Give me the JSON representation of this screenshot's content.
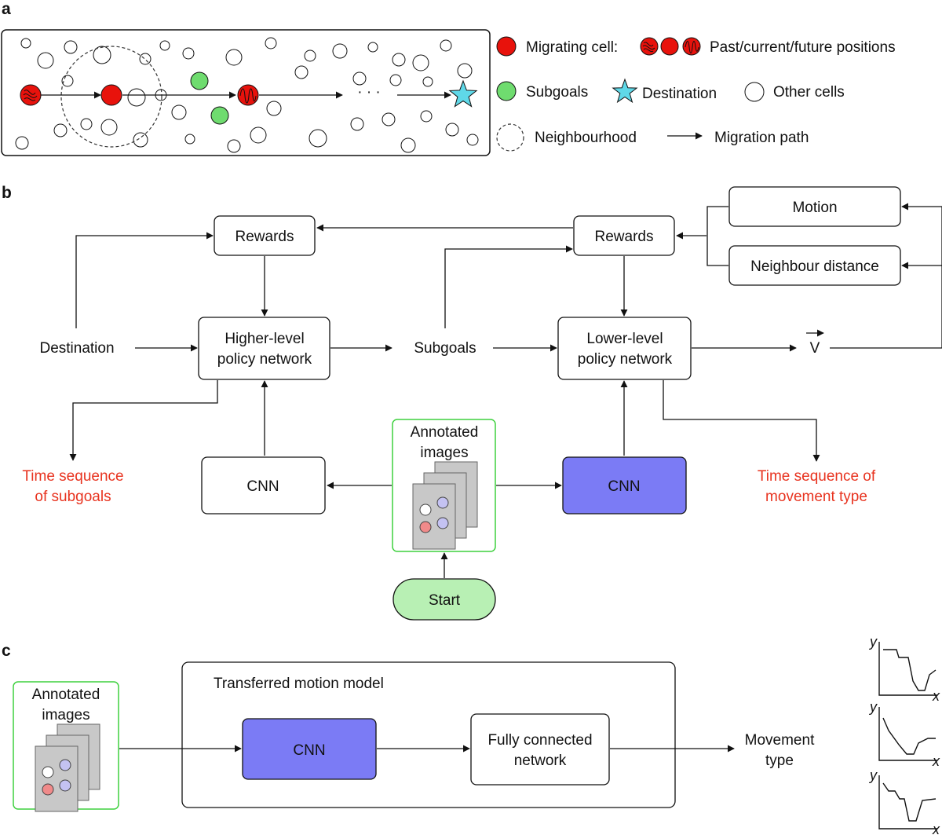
{
  "panels": {
    "a": "a",
    "b": "b",
    "c": "c"
  },
  "legend": {
    "migrating_cell": "Migrating cell:",
    "positions": "Past/current/future positions",
    "subgoals": "Subgoals",
    "destination": "Destination",
    "other_cells": "Other cells",
    "neighbourhood": "Neighbourhood",
    "migration_path": "Migration path"
  },
  "panel_a": {
    "ellipsis": "· · ·"
  },
  "panel_b": {
    "rewards_left": "Rewards",
    "rewards_right": "Rewards",
    "motion": "Motion",
    "neighbour_distance": "Neighbour distance",
    "destination": "Destination",
    "higher_policy": [
      "Higher-level",
      "policy network"
    ],
    "subgoals": "Subgoals",
    "lower_policy": [
      "Lower-level",
      "policy network"
    ],
    "velocity": "V",
    "time_seq_subgoals": [
      "Time sequence",
      "of subgoals"
    ],
    "cnn_left": "CNN",
    "annotated_images": [
      "Annotated",
      "images"
    ],
    "cnn_right": "CNN",
    "time_seq_movement": [
      "Time sequence of",
      "movement type"
    ],
    "start": "Start"
  },
  "panel_c": {
    "annotated_images": [
      "Annotated",
      "images"
    ],
    "transferred_model": "Transferred motion model",
    "cnn": "CNN",
    "fully_connected": [
      "Fully connected",
      "network"
    ],
    "movement_type": [
      "Movement",
      "type"
    ],
    "y_axis": "y",
    "x_axis": "x"
  },
  "colors": {
    "migrating_red": "#e8120c",
    "subgoal_green": "#6fdc6f",
    "destination_cyan": "#5fd8e8",
    "cnn_blue": "#7b7bf5",
    "start_green": "#b8f0b4",
    "frame_green": "#3fd13f",
    "output_red": "#e8331f"
  }
}
